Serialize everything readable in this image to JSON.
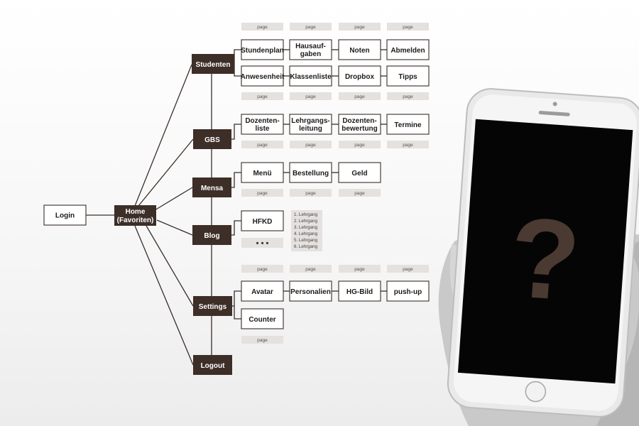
{
  "page_tag": "page",
  "root": {
    "login": "Login",
    "home": [
      "Home",
      "(Favoriten)"
    ]
  },
  "sections": [
    {
      "key": "studenten",
      "label": "Studenten"
    },
    {
      "key": "gbs",
      "label": "GBS"
    },
    {
      "key": "mensa",
      "label": "Mensa"
    },
    {
      "key": "blog",
      "label": "Blog"
    },
    {
      "key": "settings",
      "label": "Settings"
    },
    {
      "key": "logout",
      "label": "Logout"
    }
  ],
  "pages": {
    "studenten_row1": [
      [
        "Stundenplan"
      ],
      [
        "Hausauf-",
        "gaben"
      ],
      [
        "Noten"
      ],
      [
        "Abmelden"
      ]
    ],
    "studenten_row2": [
      [
        "Anwesenheit"
      ],
      [
        "Klassenliste"
      ],
      [
        "Dropbox"
      ],
      [
        "Tipps"
      ]
    ],
    "gbs": [
      [
        "Dozenten-",
        "liste"
      ],
      [
        "Lehrgangs-",
        "leitung"
      ],
      [
        "Dozenten-",
        "bewertung"
      ],
      [
        "Termine"
      ]
    ],
    "mensa": [
      [
        "Menü"
      ],
      [
        "Bestellung"
      ],
      [
        "Geld"
      ]
    ],
    "blog": [
      [
        "HFKD"
      ]
    ],
    "blog_more": "• • •",
    "blog_list": [
      "1. Lehrgang",
      "2. Lehrgang",
      "3. Lehrgang",
      "4. Lehrgang",
      "5. Lehrgang",
      "6. Lehrgang"
    ],
    "settings_row1": [
      [
        "Avatar"
      ],
      [
        "Personalien"
      ],
      [
        "HG-Bild"
      ],
      [
        "push-up"
      ]
    ],
    "settings_row2": [
      [
        "Counter"
      ]
    ]
  },
  "phone": {
    "symbol": "?"
  },
  "colors": {
    "dark": "#3d2e28",
    "question": "#4a3a32",
    "tag": "#e4e1de"
  }
}
